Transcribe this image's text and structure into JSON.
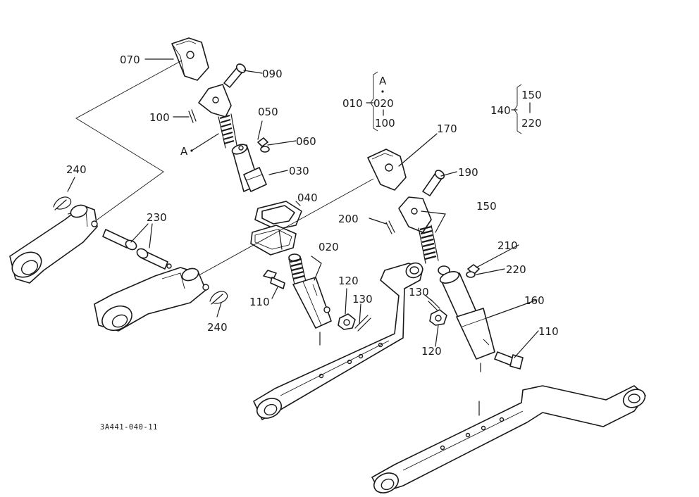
{
  "figure_code": "3A441-040-11",
  "callouts": {
    "c070": "070",
    "c090": "090",
    "c100": "100",
    "c050": "050",
    "c060": "060",
    "cA": "A",
    "c030": "030",
    "c040": "040",
    "c240a": "240",
    "c230": "230",
    "c240b": "240",
    "c020": "020",
    "c110a": "110",
    "c120a": "120",
    "c130a": "130",
    "c170": "170",
    "c190": "190",
    "c200": "200",
    "c150": "150",
    "c210": "210",
    "c220": "220",
    "c130b": "130",
    "c160": "160",
    "c120b": "120",
    "c110b": "110"
  },
  "group_010": {
    "parent": "010",
    "top": "A",
    "mid": "020",
    "bottom": "100"
  },
  "group_140": {
    "parent": "140",
    "top": "150",
    "bottom": "220"
  }
}
